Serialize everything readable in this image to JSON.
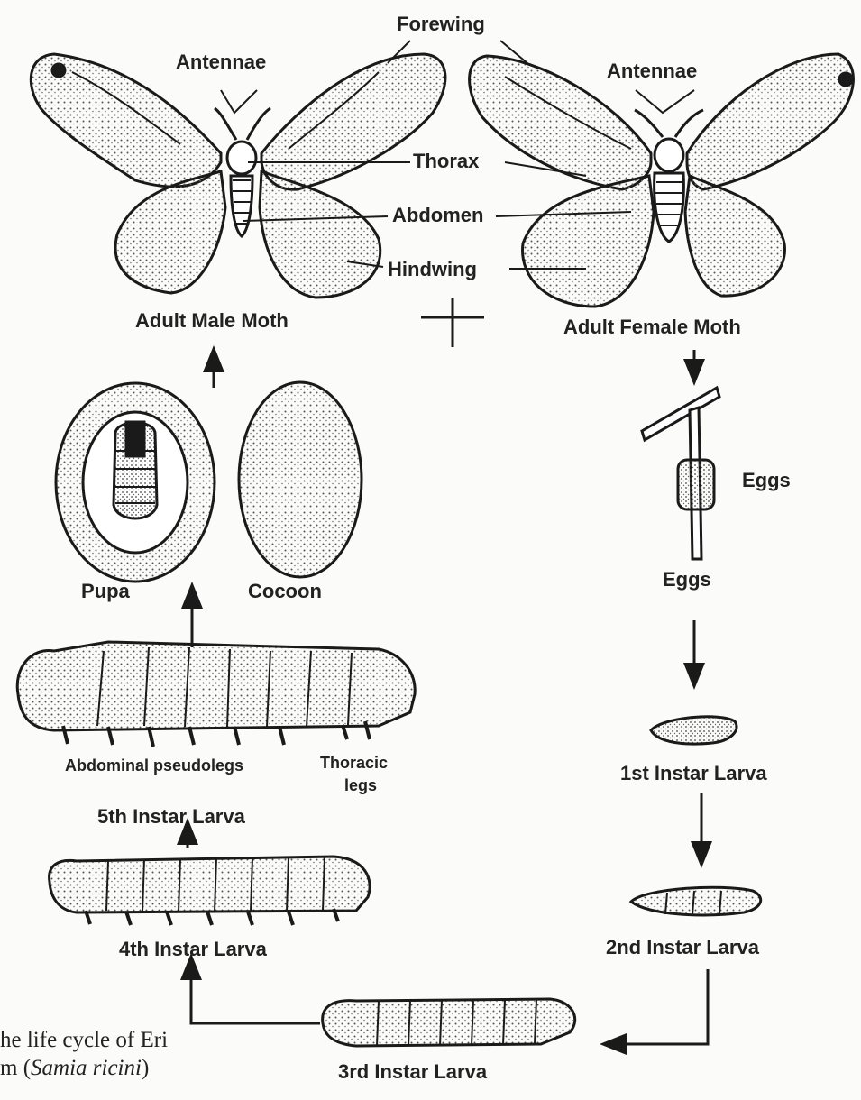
{
  "labels": {
    "forewing": "Forewing",
    "antennae_left": "Antennae",
    "antennae_right": "Antennae",
    "thorax": "Thorax",
    "abdomen": "Abdomen",
    "hindwing": "Hindwing",
    "adult_male": "Adult Male Moth",
    "plus": "+",
    "adult_female": "Adult Female Moth",
    "eggs_side": "Eggs",
    "eggs": "Eggs",
    "pupa": "Pupa",
    "cocoon": "Cocoon",
    "abdominal_pseudolegs": "Abdominal pseudolegs",
    "thoracic_legs_1": "Thoracic",
    "thoracic_legs_2": "legs",
    "instar5": "5th Instar Larva",
    "instar4": "4th Instar Larva",
    "instar1": "1st Instar Larva",
    "instar2": "2nd Instar Larva",
    "instar3": "3rd Instar Larva"
  },
  "caption": {
    "line1": "he life cycle of Eri",
    "line2_prefix": "m (",
    "line2_italic": "Samia ricini",
    "line2_suffix": ")"
  },
  "colors": {
    "ink": "#1a1a1a",
    "paper": "#fbfbf9",
    "stipple": "#8a8a86"
  }
}
